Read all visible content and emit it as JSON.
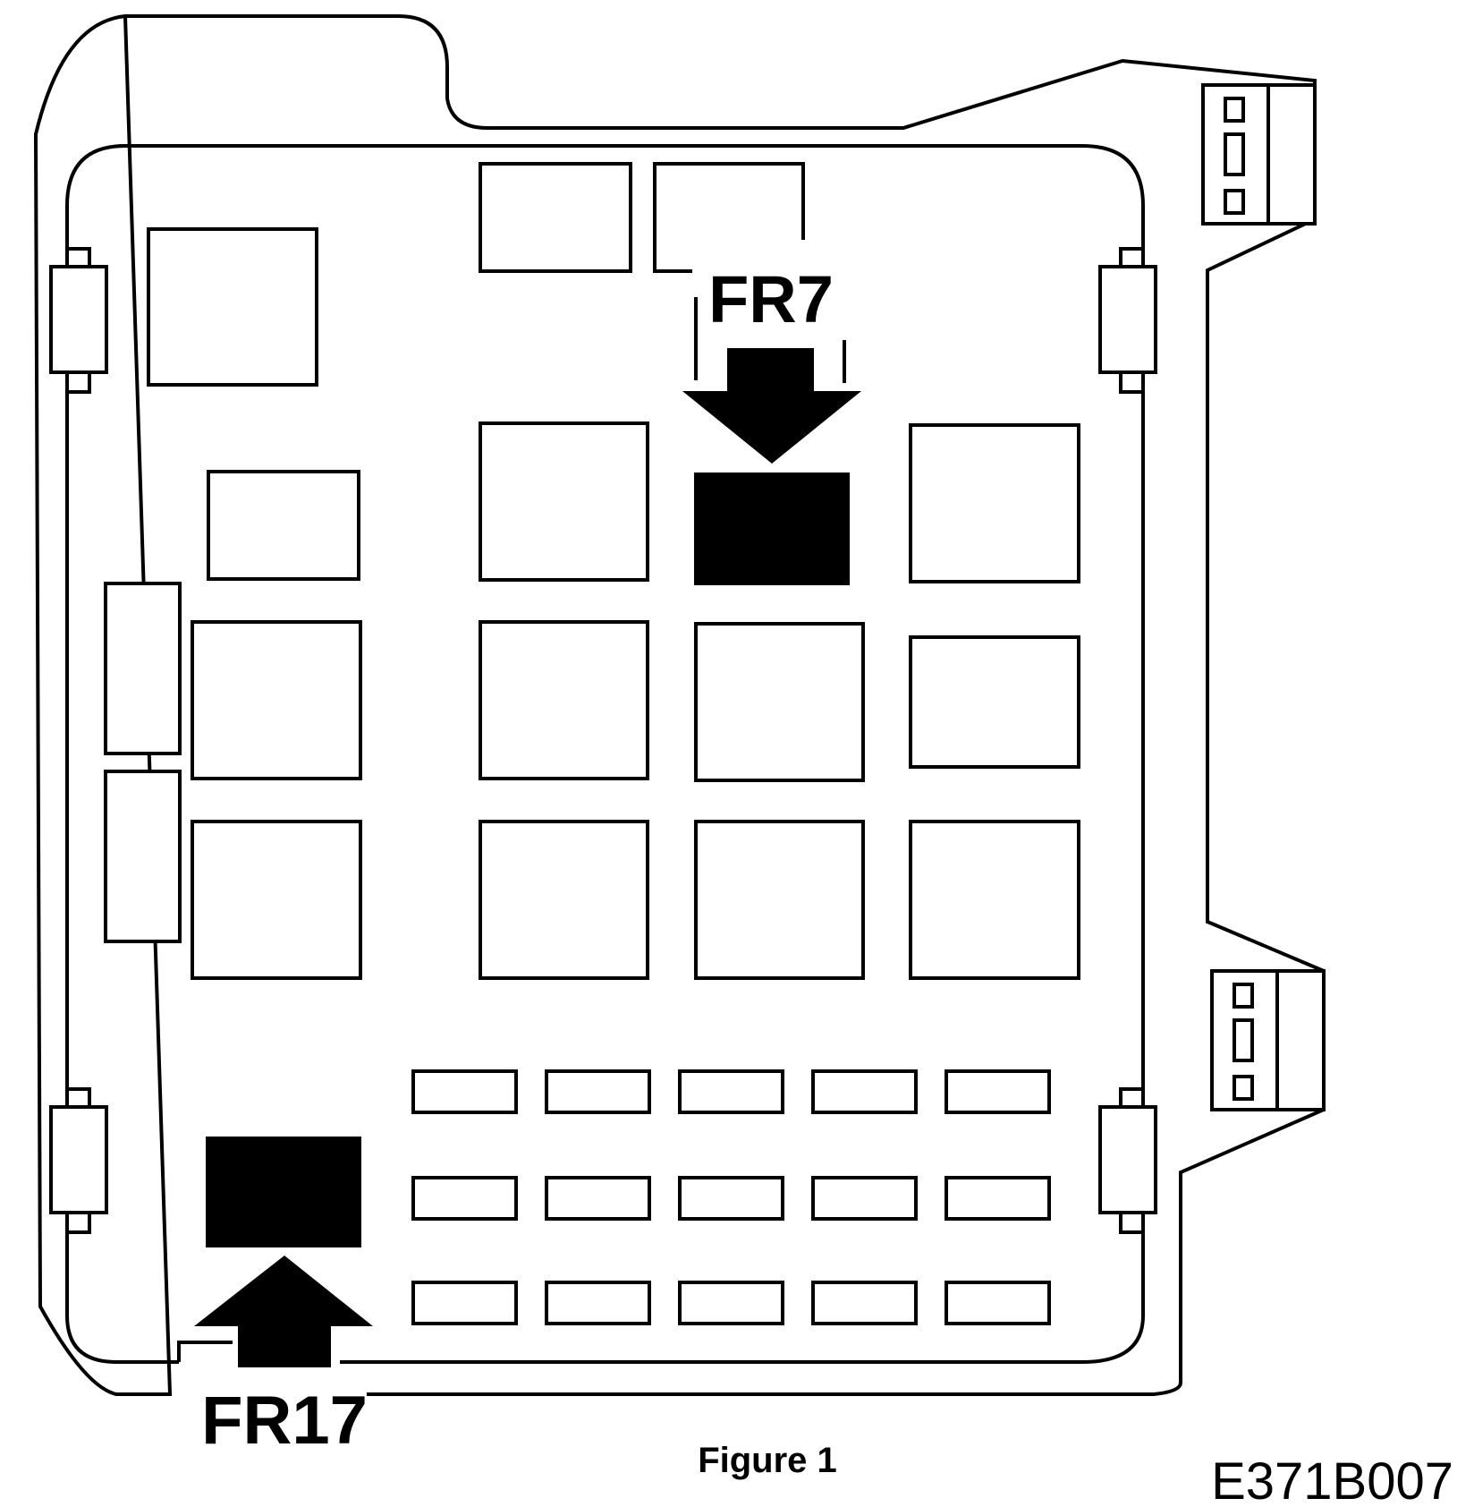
{
  "labels": {
    "fr7": "FR7",
    "fr17": "FR17",
    "caption": "Figure 1",
    "image_id": "E371B007"
  },
  "colors": {
    "stroke": "#000000",
    "highlight": "#000000",
    "background": "#ffffff"
  }
}
